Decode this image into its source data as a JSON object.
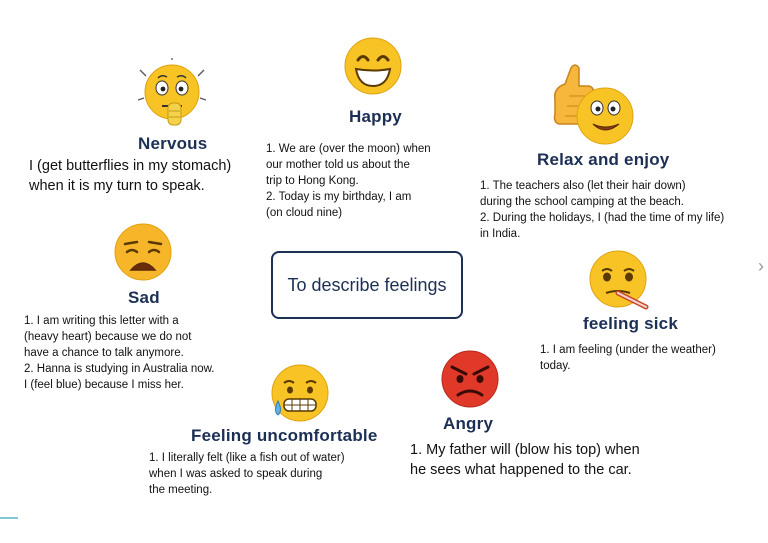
{
  "center": {
    "label": "To describe feelings"
  },
  "feelings": {
    "nervous": {
      "title": "Nervous",
      "lines": [
        "I (get butterflies in my stomach)",
        "when it is my turn to speak."
      ]
    },
    "happy": {
      "title": "Happy",
      "lines": [
        "1.   We are (over the moon) when",
        " our mother told us about the",
        "trip to Hong Kong.",
        "2.   Today is my birthday, I am",
        " (on cloud nine)"
      ]
    },
    "relax": {
      "title": "Relax and enjoy",
      "lines": [
        "1.   The teachers also (let their hair down)",
        "during the school camping at the beach.",
        "2.   During the holidays, I (had the time of my life)",
        " in India."
      ]
    },
    "sad": {
      "title": "Sad",
      "lines": [
        "1.   I am writing this letter with a",
        " (heavy heart) because we do not",
        "have a chance to talk anymore.",
        "2. Hanna is studying in Australia now.",
        "I (feel blue) because I miss her."
      ]
    },
    "sick": {
      "title": "feeling sick",
      "lines": [
        "1. I am feeling (under the weather)",
        "today."
      ]
    },
    "uncomfortable": {
      "title": "Feeling uncomfortable",
      "lines": [
        "1. I literally felt (like a fish out of water)",
        "when I was asked to speak during",
        "the meeting."
      ]
    },
    "angry": {
      "title": "Angry",
      "lines": [
        "1. My father will (blow his top) when",
        "he sees what happened to the car."
      ]
    }
  },
  "nav": {
    "next_icon": "chevron-right-icon"
  },
  "colors": {
    "title": "#1c2f55",
    "emoji_yellow": "#f7c325",
    "angry_red": "#e0392a"
  }
}
